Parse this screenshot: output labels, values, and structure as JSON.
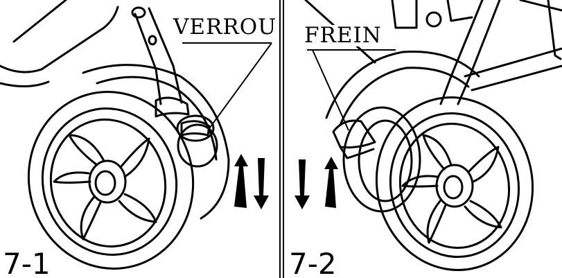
{
  "panels": [
    {
      "step": "7-1",
      "callout": "VERROU",
      "action": "lock"
    },
    {
      "step": "7-2",
      "callout": "FREIN",
      "action": "brake"
    }
  ]
}
